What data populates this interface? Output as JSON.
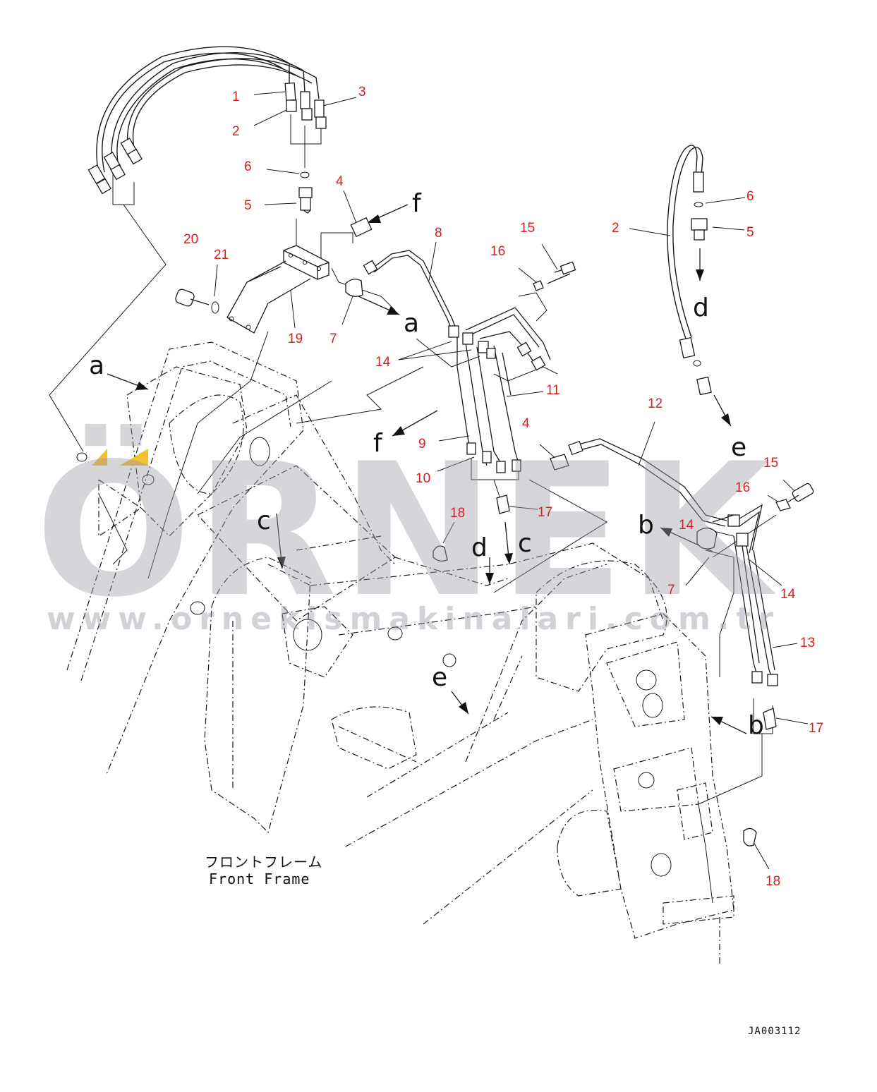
{
  "part_labels": [
    {
      "id": "l1",
      "text": "1"
    },
    {
      "id": "l2",
      "text": "2"
    },
    {
      "id": "l3",
      "text": "3"
    },
    {
      "id": "l6",
      "text": "6"
    },
    {
      "id": "l5",
      "text": "5"
    },
    {
      "id": "l4",
      "text": "4"
    },
    {
      "id": "l8",
      "text": "8"
    },
    {
      "id": "l20",
      "text": "20"
    },
    {
      "id": "l21",
      "text": "21"
    },
    {
      "id": "l19",
      "text": "19"
    },
    {
      "id": "l7",
      "text": "7"
    },
    {
      "id": "l14",
      "text": "14"
    },
    {
      "id": "l15",
      "text": "15"
    },
    {
      "id": "l16",
      "text": "16"
    },
    {
      "id": "l11",
      "text": "11"
    },
    {
      "id": "l9",
      "text": "9"
    },
    {
      "id": "l10",
      "text": "10"
    },
    {
      "id": "l4b",
      "text": "4"
    },
    {
      "id": "l12",
      "text": "12"
    },
    {
      "id": "l17",
      "text": "17"
    },
    {
      "id": "l18",
      "text": "18"
    },
    {
      "id": "l2b",
      "text": "2"
    },
    {
      "id": "l6b",
      "text": "6"
    },
    {
      "id": "l5b",
      "text": "5"
    },
    {
      "id": "l15b",
      "text": "15"
    },
    {
      "id": "l16b",
      "text": "16"
    },
    {
      "id": "l14b",
      "text": "14"
    },
    {
      "id": "l7b",
      "text": "7"
    },
    {
      "id": "l14c",
      "text": "14"
    },
    {
      "id": "l13",
      "text": "13"
    },
    {
      "id": "l17b",
      "text": "17"
    },
    {
      "id": "l18b",
      "text": "18"
    }
  ],
  "view_letters": [
    {
      "id": "f1",
      "text": "f"
    },
    {
      "id": "a1",
      "text": "a"
    },
    {
      "id": "a2",
      "text": "a"
    },
    {
      "id": "f2",
      "text": "f"
    },
    {
      "id": "c1",
      "text": "c"
    },
    {
      "id": "c2",
      "text": "c"
    },
    {
      "id": "d1",
      "text": "d"
    },
    {
      "id": "d2",
      "text": "d"
    },
    {
      "id": "e1",
      "text": "e"
    },
    {
      "id": "e2",
      "text": "e"
    },
    {
      "id": "b1",
      "text": "b"
    },
    {
      "id": "b2",
      "text": "b"
    }
  ],
  "caption": {
    "japanese": "フロントフレーム",
    "english": "Front Frame"
  },
  "drawing_number": "JA003112",
  "watermark": {
    "brand": "ÖRNEK",
    "url": "www.ornekismakinalari.com.tr"
  },
  "colors": {
    "label": "#d81e1e",
    "line": "#1a1a1a",
    "watermark": "#9a9aa6",
    "accent": "#f2c12e"
  }
}
